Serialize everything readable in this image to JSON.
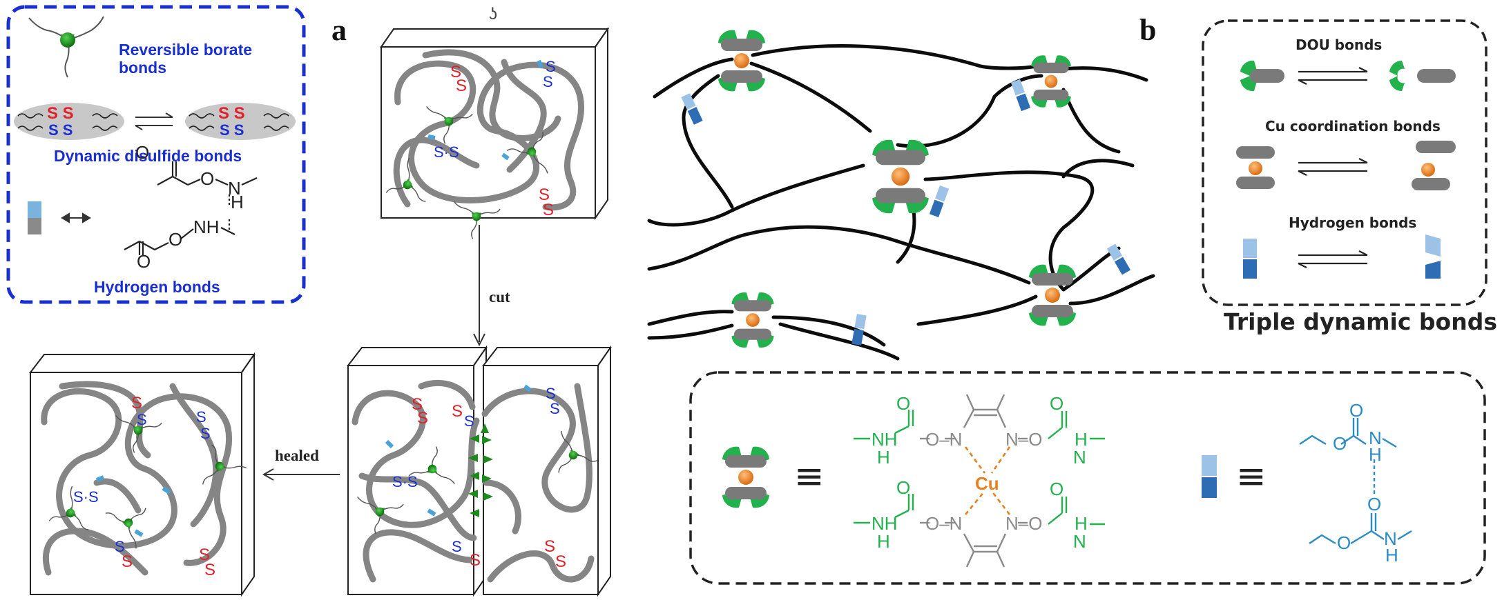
{
  "panels": {
    "a": "a",
    "b": "b"
  },
  "legend_box": {
    "borate": "Reversible borate bonds",
    "borate_line1": "Reversible borate",
    "borate_line2": "bonds",
    "disulfide": "Dynamic disulfide bonds",
    "hydrogen": "Hydrogen bonds",
    "ss_s": "S",
    "ss_pair_red": "S S",
    "ss_pair_blue": "S S",
    "chem_o": "O",
    "chem_nh": "NH",
    "chem_h": "H",
    "chem_n": "N"
  },
  "cube_labels": {
    "s": "S",
    "s_dot_s": "S·S",
    "cut": "cut",
    "healed": "healed",
    "top_mark": "ʖ"
  },
  "panel_b": {
    "dou": "DOU bonds",
    "cu": "Cu coordination bonds",
    "hydrogen": "Hydrogen bonds",
    "footer": "Triple dynamic bonds"
  },
  "equivalence": {
    "equiv_symbol": "≡",
    "atoms": {
      "n": "N",
      "o": "O",
      "h": "H",
      "cu": "Cu",
      "nh": "NH",
      "dash_o": "O–N",
      "n_dash": "N–O"
    }
  },
  "colors": {
    "blue_text": "#1a2fd0",
    "red_s": "#e0202a",
    "green": "#22b14c",
    "orange": "#e8801e",
    "chem_blue": "#2a8bc7",
    "chain_gray": "#858585",
    "dark_green_node": "#1e8a1e"
  }
}
